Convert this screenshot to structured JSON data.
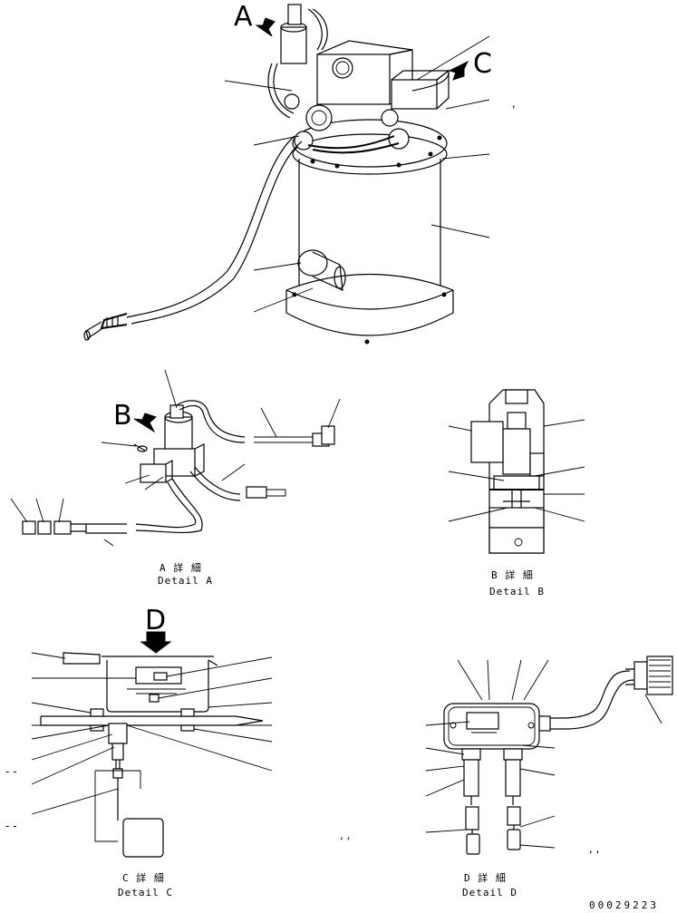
{
  "view_letters": {
    "a": "A",
    "b": "B",
    "c": "C",
    "d": "D"
  },
  "captions": {
    "detail_a_jp": "A 詳 細",
    "detail_a_en": "Detail A",
    "detail_b_jp": "B 詳 細",
    "detail_b_en": "Detail B",
    "detail_c_jp": "C 詳 細",
    "detail_c_en": "Detail C",
    "detail_d_jp": "D 詳 細",
    "detail_d_en": "Detail D"
  },
  "drawing_code": "00029223",
  "marks": {
    "comma_top": ",",
    "dash_c1": "- -",
    "dash_c2": "- -",
    "comma_c": ",   ,",
    "comma_d": ",   ,"
  }
}
